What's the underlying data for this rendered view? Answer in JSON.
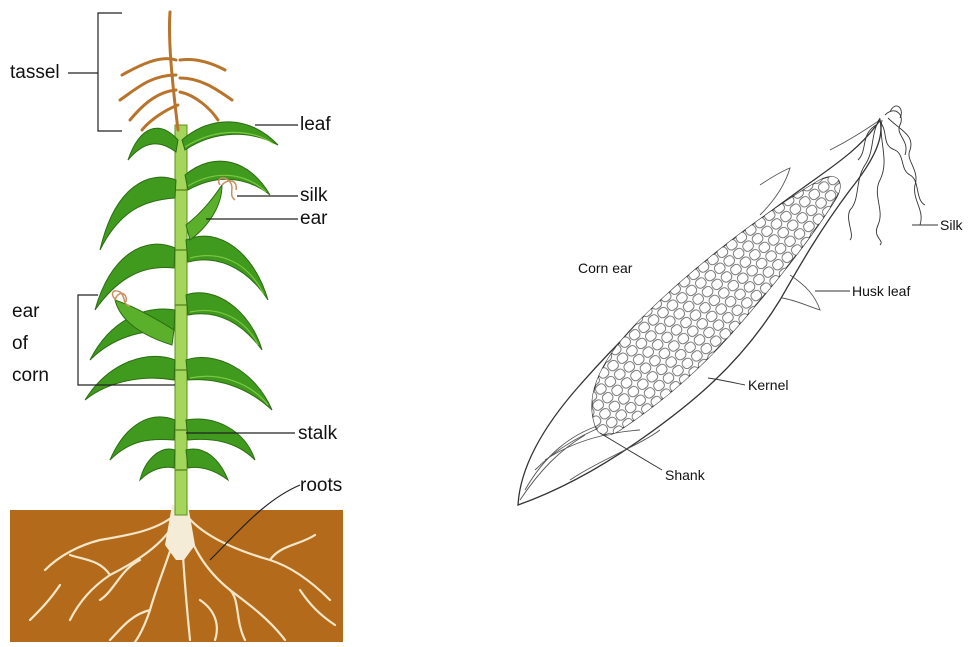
{
  "plant_labels": {
    "tassel": "tassel",
    "leaf": "leaf",
    "silk": "silk",
    "ear": "ear",
    "ear_of_corn_line1": "ear",
    "ear_of_corn_line2": "of",
    "ear_of_corn_line3": "corn",
    "stalk": "stalk",
    "roots": "roots"
  },
  "ear_labels": {
    "title": "Corn ear",
    "silk": "Silk",
    "husk_leaf": "Husk leaf",
    "kernel": "Kernel",
    "shank": "Shank"
  },
  "colors": {
    "soil": "#b36b1b",
    "leaf": "#3f9a1e",
    "leaf_light": "#7fcf3a",
    "stalk": "#a4d65b",
    "tassel": "#b8742a",
    "roots": "#f2e6c8",
    "line": "#222222"
  }
}
